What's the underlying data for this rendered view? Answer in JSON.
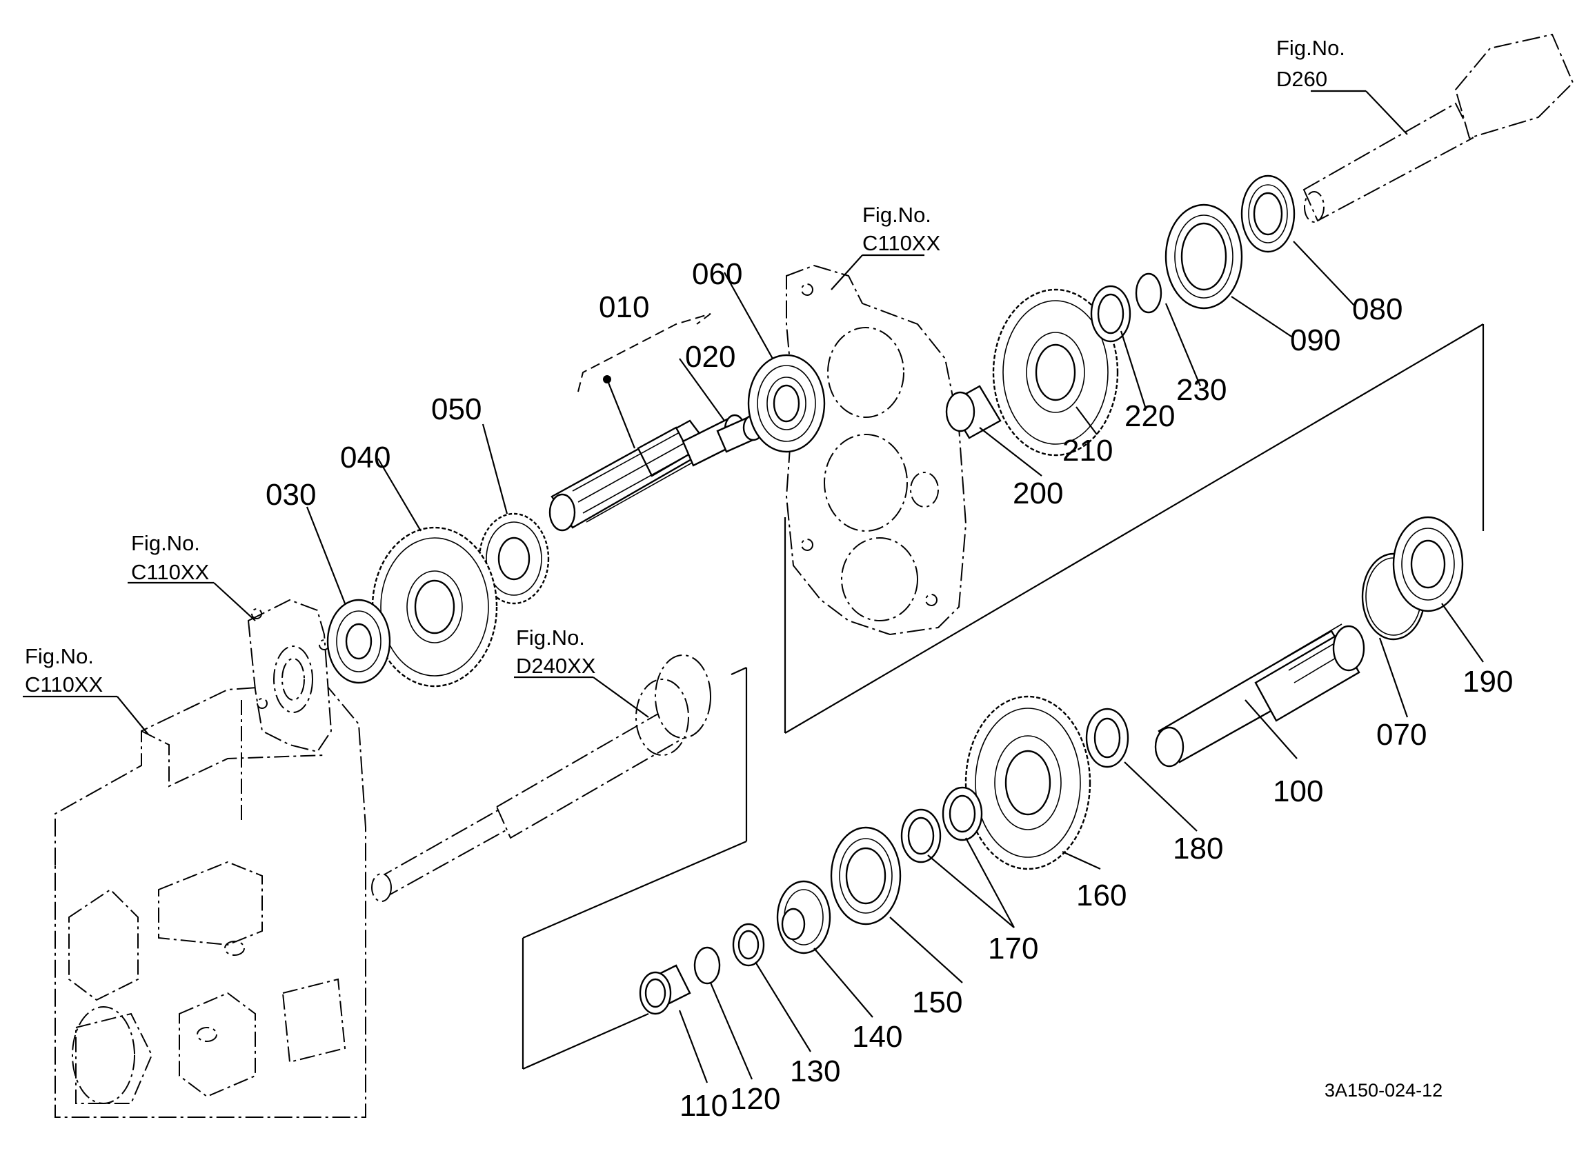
{
  "diagram": {
    "type": "exploded parts diagram",
    "drawing_code": "3A150-024-12",
    "part_numbers": [
      "010",
      "020",
      "030",
      "040",
      "050",
      "060",
      "070",
      "080",
      "090",
      "100",
      "110",
      "120",
      "130",
      "140",
      "150",
      "160",
      "170",
      "180",
      "190",
      "200",
      "210",
      "220",
      "230"
    ],
    "figure_references": [
      {
        "caption": "Fig.No.",
        "code": "D260"
      },
      {
        "caption": "Fig.No.",
        "code": "C110XX"
      },
      {
        "caption": "Fig.No.",
        "code": "C110XX"
      },
      {
        "caption": "Fig.No.",
        "code": "C110XX"
      },
      {
        "caption": "Fig.No.",
        "code": "D240XX"
      }
    ]
  }
}
